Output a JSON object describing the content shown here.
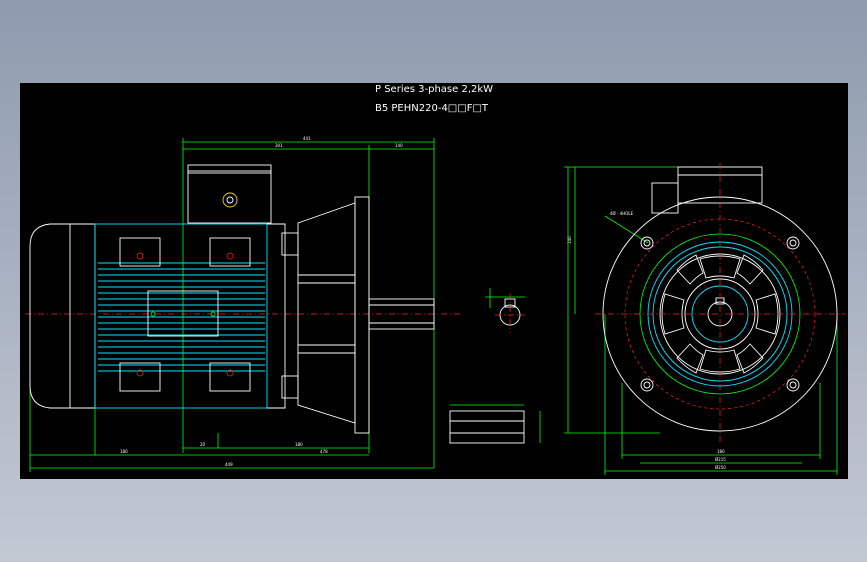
{
  "drawing": {
    "title_line1": "P Series 3-phase  2,2kW",
    "title_line2": "B5 PEHN220-4□□F□T"
  },
  "dimensions": {
    "overall_top": "441",
    "top_left": "301",
    "top_right": "140",
    "bottom_left": "180",
    "bottom_mid": "478",
    "bottom_total": "449",
    "small_gap": "20",
    "flange_span": "180",
    "front_bottom_1": "180",
    "front_bottom_2": "Ø215",
    "front_bottom_3": "Ø250",
    "front_height": "140",
    "front_bolt_callout": "4Ø - 4HOLE"
  },
  "colors": {
    "background": "#000000",
    "dimension_lines": "#00ff00",
    "outline": "#ffffff",
    "motor_body": "#00e5ff",
    "center_lines": "#ff2020",
    "highlight": "#ffd000"
  }
}
